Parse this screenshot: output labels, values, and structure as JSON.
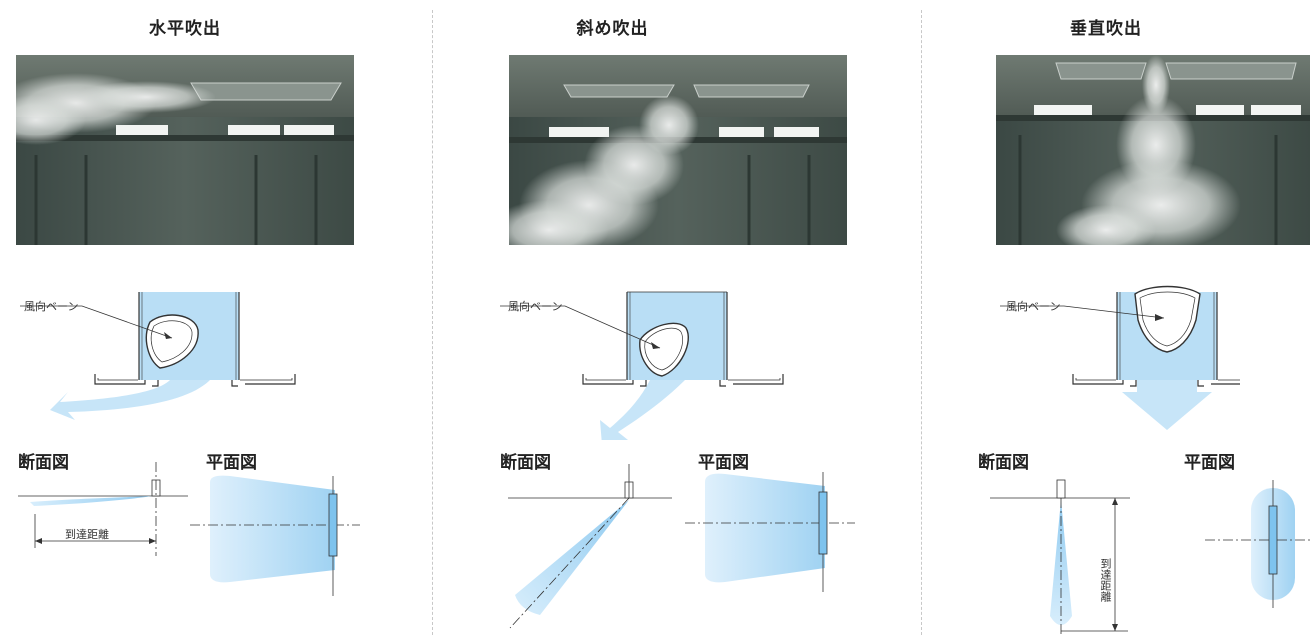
{
  "columns": [
    {
      "title": "水平吹出",
      "vane_label": "風向ベーン",
      "section_label": "断面図",
      "plan_label": "平面図",
      "distance_label": "到達距離"
    },
    {
      "title": "斜め吹出",
      "vane_label": "風向ベーン",
      "section_label": "断面図",
      "plan_label": "平面図"
    },
    {
      "title": "垂直吹出",
      "vane_label": "風向ベーン",
      "section_label": "断面図",
      "plan_label": "平面図",
      "distance_label": "到達距離"
    }
  ],
  "colors": {
    "airflow_blue": "#b9def5",
    "airflow_blue_light": "#dcefff",
    "line": "#333333",
    "divider": "#c8c8c8"
  }
}
